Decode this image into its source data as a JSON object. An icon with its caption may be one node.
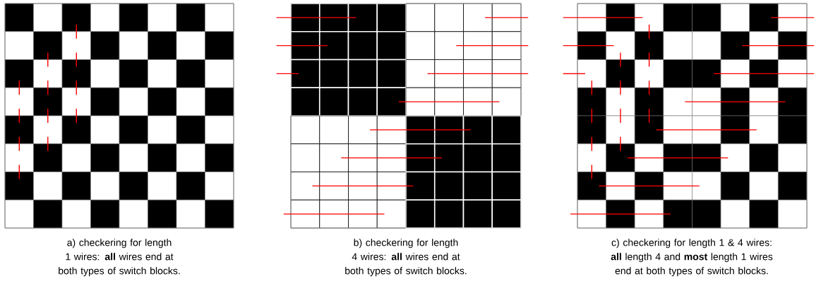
{
  "diagram": {
    "labels": [
      "a) checkering for length 1 wires: **all** wires end at both types of switch blocks.",
      "b) checkering for length 4 wires: **all** wires end at both types of switch blocks.",
      "c) checkering for length 1 & 4 wires: **all** length 4 and **most** length 1 wires end at both types of switch blocks."
    ]
  }
}
